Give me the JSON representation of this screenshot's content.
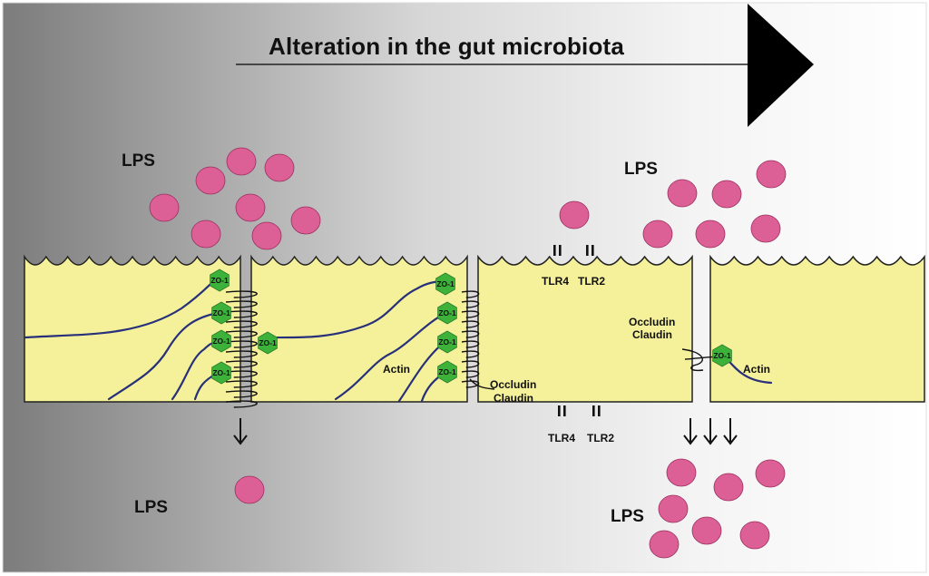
{
  "title": "Alteration in the gut microbiota",
  "labels": {
    "lps": "LPS",
    "zo1": "ZO-1",
    "actin": "Actin",
    "occludin": "Occludin",
    "claudin": "Claudin",
    "tlr4": "TLR4",
    "tlr2": "TLR2"
  },
  "colors": {
    "cell_fill": "#f5f09a",
    "cell_stroke": "#222222",
    "lps_fill": "#dc5f96",
    "zo1_fill": "#3db23a",
    "actin_stroke": "#27307a",
    "arrow": "#111111"
  }
}
